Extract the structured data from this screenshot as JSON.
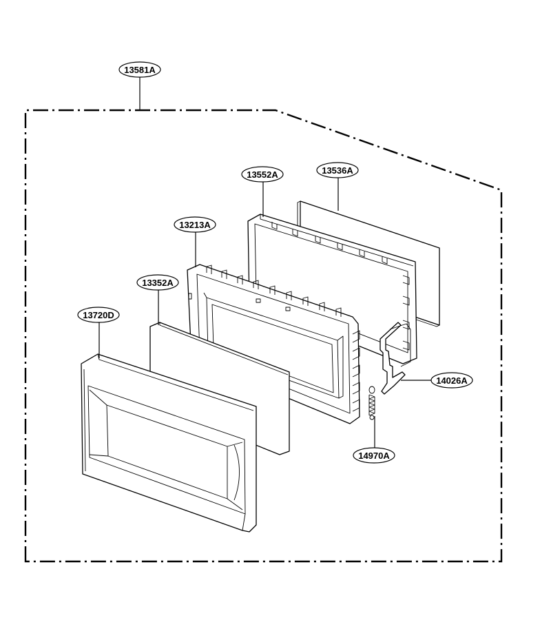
{
  "diagram": {
    "type": "exploded-parts-view",
    "parts": [
      {
        "id": "assembly",
        "number": "13581A"
      },
      {
        "id": "outer-frame",
        "number": "13552A"
      },
      {
        "id": "back-panel",
        "number": "13536A"
      },
      {
        "id": "door-frame",
        "number": "13213A"
      },
      {
        "id": "glass-panel",
        "number": "13352A"
      },
      {
        "id": "door-front",
        "number": "13720D"
      },
      {
        "id": "latch-hook",
        "number": "14026A"
      },
      {
        "id": "spring",
        "number": "14970A"
      }
    ]
  }
}
